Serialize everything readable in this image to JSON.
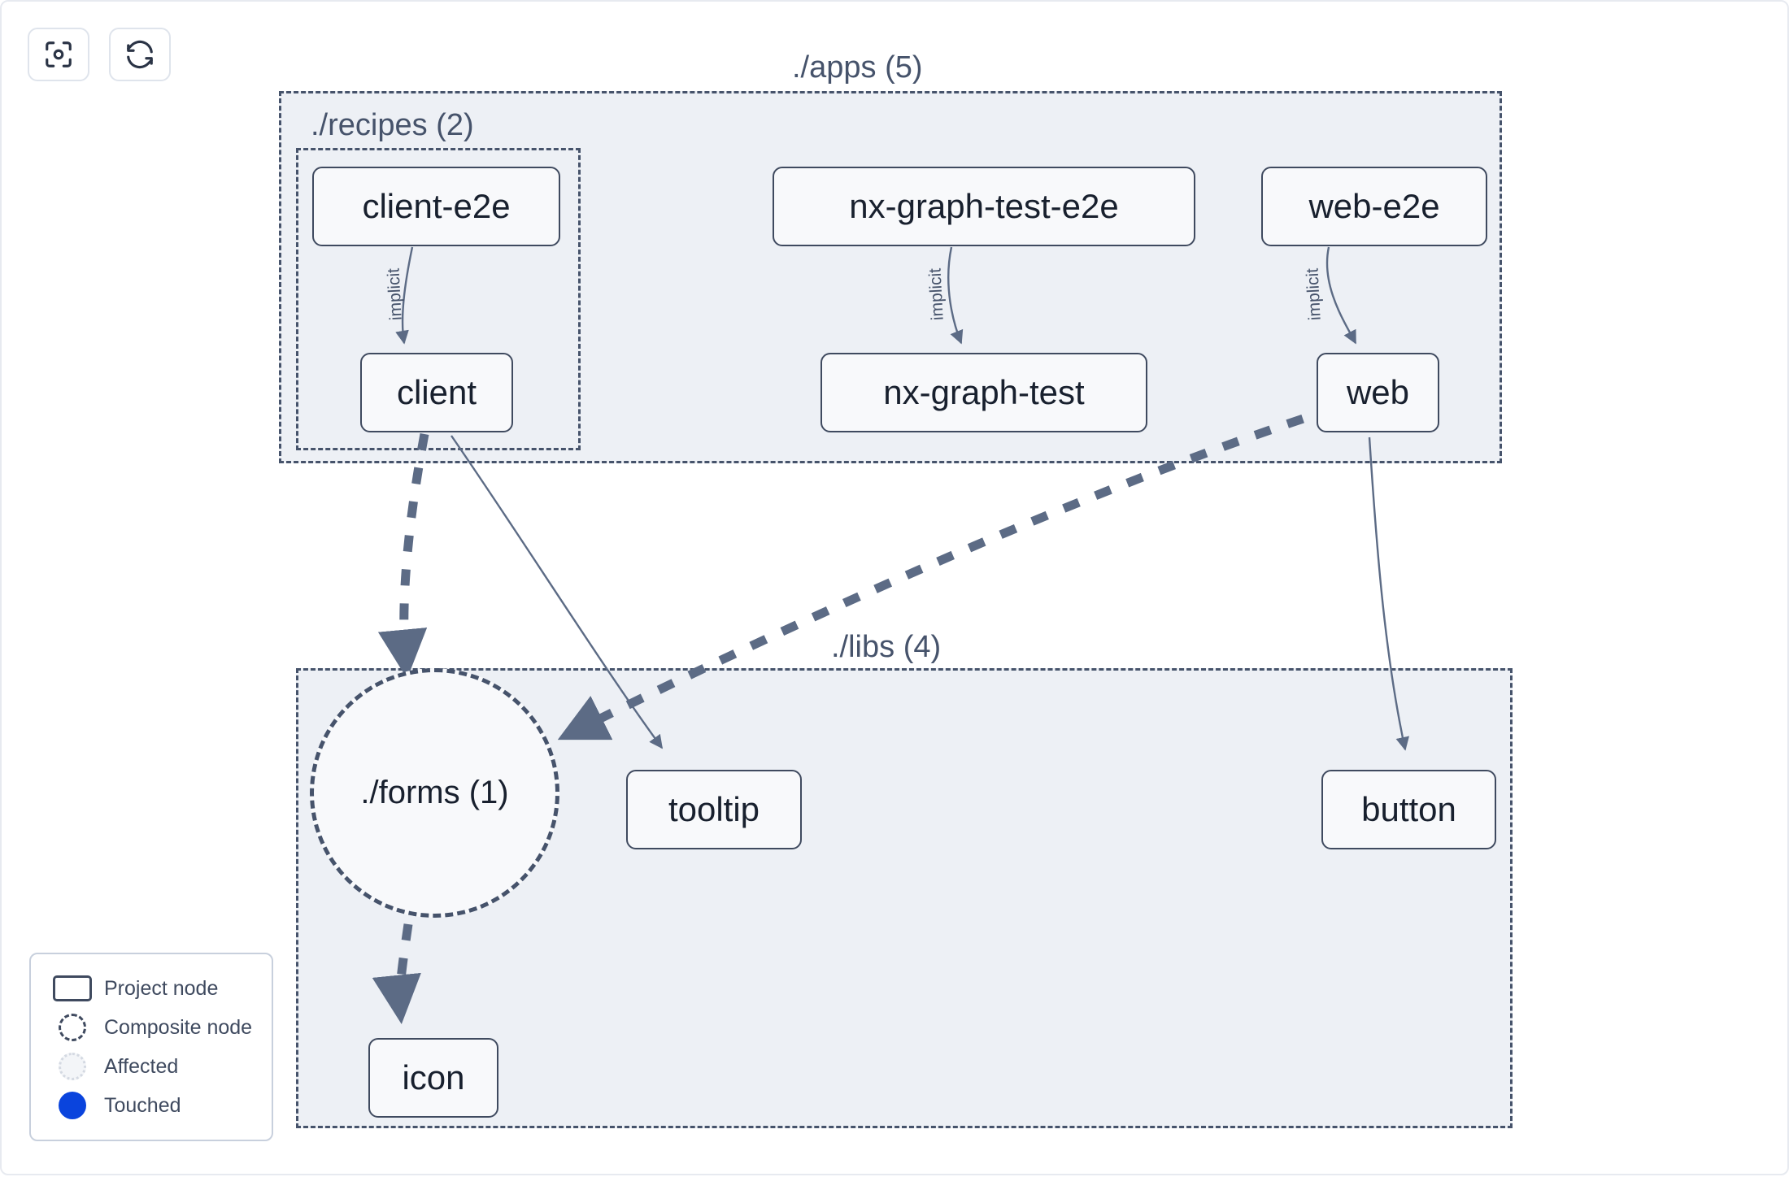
{
  "toolbar": {
    "buttons": [
      {
        "name": "focus-graph-button",
        "icon": "focus-target-icon",
        "label": ""
      },
      {
        "name": "refresh-graph-button",
        "icon": "refresh-icon",
        "label": ""
      }
    ]
  },
  "graph": {
    "groups": [
      {
        "id": "apps",
        "label": "./apps (5)",
        "label_position": "top-center"
      },
      {
        "id": "recipes",
        "label": "./recipes (2)",
        "label_position": "top-left"
      },
      {
        "id": "libs",
        "label": "./libs (4)",
        "label_position": "top-center"
      }
    ],
    "nodes": [
      {
        "id": "client-e2e",
        "label": "client-e2e",
        "type": "project",
        "group": "recipes"
      },
      {
        "id": "nx-graph-test-e2e",
        "label": "nx-graph-test-e2e",
        "type": "project",
        "group": "apps"
      },
      {
        "id": "web-e2e",
        "label": "web-e2e",
        "type": "project",
        "group": "apps"
      },
      {
        "id": "client",
        "label": "client",
        "type": "project",
        "group": "recipes"
      },
      {
        "id": "nx-graph-test",
        "label": "nx-graph-test",
        "type": "project",
        "group": "apps"
      },
      {
        "id": "web",
        "label": "web",
        "type": "project",
        "group": "apps"
      },
      {
        "id": "forms",
        "label": "./forms (1)",
        "type": "composite",
        "group": "libs"
      },
      {
        "id": "tooltip",
        "label": "tooltip",
        "type": "project",
        "group": "libs"
      },
      {
        "id": "button",
        "label": "button",
        "type": "project",
        "group": "libs"
      },
      {
        "id": "icon",
        "label": "icon",
        "type": "project",
        "group": "libs"
      }
    ],
    "edges": [
      {
        "from": "client-e2e",
        "to": "client",
        "label": "implicit",
        "style": "solid-thin"
      },
      {
        "from": "nx-graph-test-e2e",
        "to": "nx-graph-test",
        "label": "implicit",
        "style": "solid-thin"
      },
      {
        "from": "web-e2e",
        "to": "web",
        "label": "implicit",
        "style": "solid-thin"
      },
      {
        "from": "client",
        "to": "forms",
        "label": "",
        "style": "dashed-thick"
      },
      {
        "from": "client",
        "to": "tooltip",
        "label": "",
        "style": "solid-thin"
      },
      {
        "from": "web",
        "to": "forms",
        "label": "",
        "style": "dashed-thick"
      },
      {
        "from": "web",
        "to": "button",
        "label": "",
        "style": "solid-thin"
      },
      {
        "from": "forms",
        "to": "icon",
        "label": "",
        "style": "dashed-thick"
      }
    ]
  },
  "legend": {
    "items": [
      {
        "symbol": "project-node-symbol",
        "label": "Project node"
      },
      {
        "symbol": "composite-node-symbol",
        "label": "Composite node"
      },
      {
        "symbol": "affected-node-symbol",
        "label": "Affected"
      },
      {
        "symbol": "touched-node-symbol",
        "label": "Touched"
      }
    ]
  },
  "colors": {
    "group_fill": "#edf0f5",
    "group_border": "#46536b",
    "node_fill": "#f8f9fb",
    "node_border": "#3f4a5f",
    "edge": "#5c6b85",
    "touched": "#0a44dd",
    "text": "#18202e",
    "background": "#ffffff"
  }
}
